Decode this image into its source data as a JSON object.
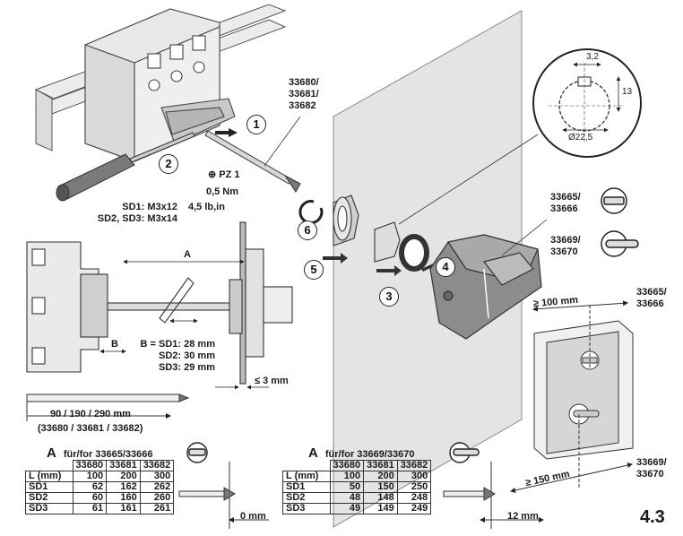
{
  "parts": {
    "handle_ref": [
      "33680/",
      "33681/",
      "33682"
    ],
    "selector_ref_a": [
      "33665/",
      "33666"
    ],
    "selector_ref_b": [
      "33669/",
      "33670"
    ],
    "side_ref_a": [
      "33665/",
      "33666"
    ],
    "side_ref_b": [
      "33669/",
      "33670"
    ]
  },
  "screws": {
    "bit": "PZ 1",
    "torque_nm": "0,5 Nm",
    "torque_lbin": "4,5 lb,in",
    "sd1": "SD1: M3x12",
    "sd23": "SD2, SD3: M3x14"
  },
  "steps": [
    "1",
    "2",
    "3",
    "4",
    "5",
    "6"
  ],
  "cutout": {
    "width": "3,2",
    "height": "13",
    "diameter": "Ø22,5"
  },
  "section": {
    "dim_a": "A",
    "dim_b": "B",
    "b_values": [
      "B = SD1: 28 mm",
      "SD2: 30 mm",
      "SD3: 29 mm"
    ],
    "panel_max": "≤ 3 mm"
  },
  "shaft": {
    "lengths": "90   /   190   /   290 mm",
    "codes": "(33680 / 33681 / 33682)"
  },
  "spacing": {
    "top": "≥ 100 mm",
    "bottom": "≥ 150 mm"
  },
  "table_a": {
    "letter": "A",
    "title": "für/for 33665/33666",
    "header_codes": [
      "33680",
      "33681",
      "33682"
    ],
    "header_row_label": "L (mm)",
    "header_lengths": [
      "100",
      "200",
      "300"
    ],
    "rows": [
      {
        "label": "SD1",
        "values": [
          "62",
          "162",
          "262"
        ]
      },
      {
        "label": "SD2",
        "values": [
          "60",
          "160",
          "260"
        ]
      },
      {
        "label": "SD3",
        "values": [
          "61",
          "161",
          "261"
        ]
      }
    ],
    "offset": "0 mm"
  },
  "table_b": {
    "letter": "A",
    "title": "für/for 33669/33670",
    "header_codes": [
      "33680",
      "33681",
      "33682"
    ],
    "header_row_label": "L (mm)",
    "header_lengths": [
      "100",
      "200",
      "300"
    ],
    "rows": [
      {
        "label": "SD1",
        "values": [
          "50",
          "150",
          "250"
        ]
      },
      {
        "label": "SD2",
        "values": [
          "48",
          "148",
          "248"
        ]
      },
      {
        "label": "SD3",
        "values": [
          "49",
          "149",
          "249"
        ]
      }
    ],
    "offset": "12 mm"
  },
  "page_number": "4.3"
}
